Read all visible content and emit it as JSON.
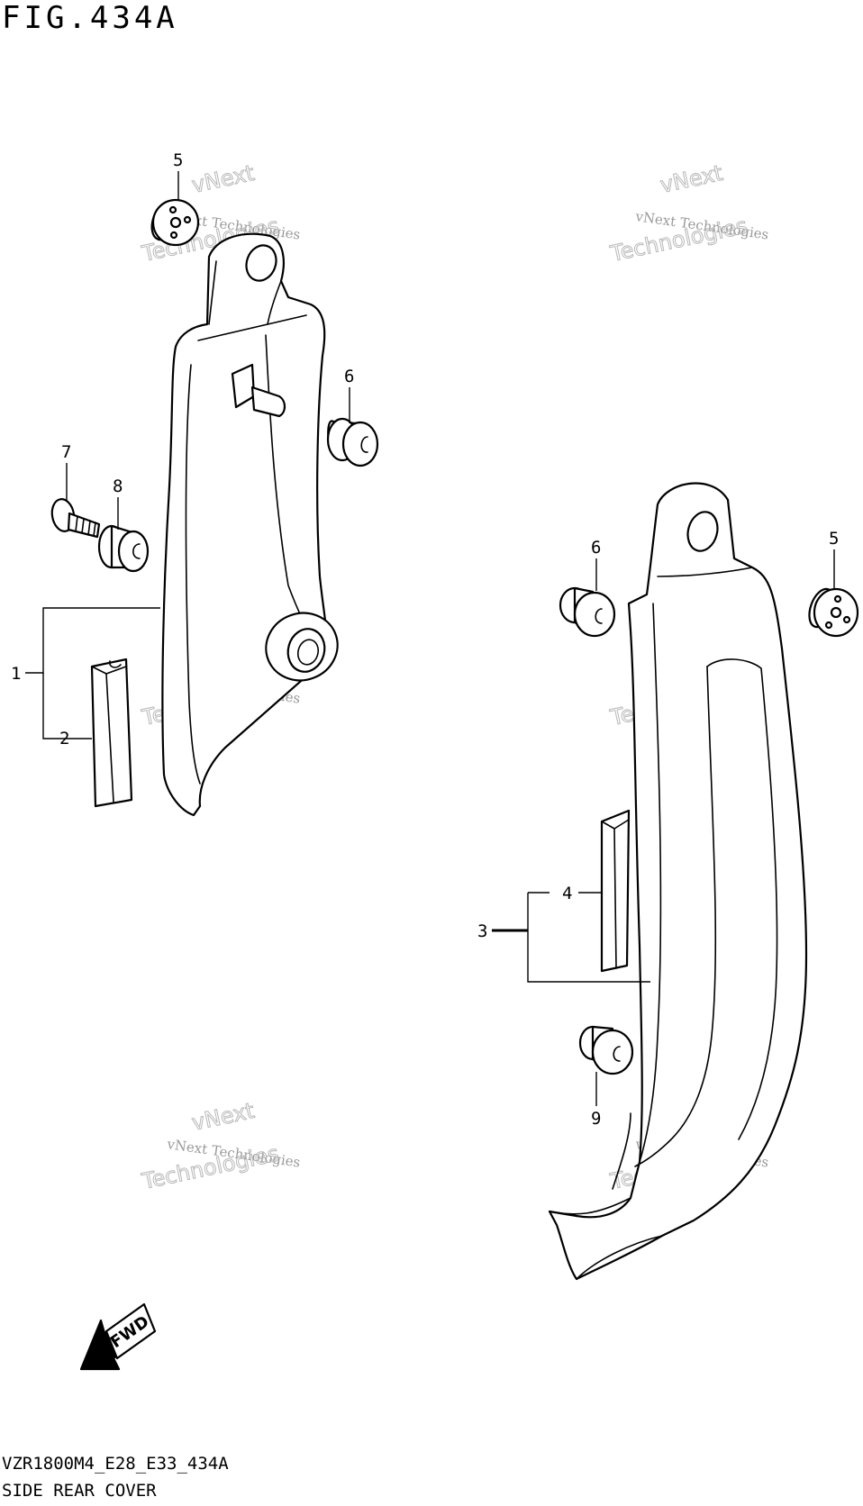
{
  "figure": {
    "title": "FIG.434A",
    "model_code": "VZR1800M4_E28_E33_434A",
    "caption": "SIDE REAR COVER"
  },
  "callouts": [
    "5",
    "6",
    "7",
    "8",
    "1",
    "2",
    "6",
    "5",
    "4",
    "3",
    "9"
  ],
  "watermark": {
    "line1": "vNext Technologies",
    "line2": "vNext",
    "line3": "Technologies"
  },
  "direction_marker": {
    "label": "FWD"
  },
  "colors": {
    "line": "#000000",
    "background": "#ffffff",
    "watermark": "#9a9a9a"
  }
}
